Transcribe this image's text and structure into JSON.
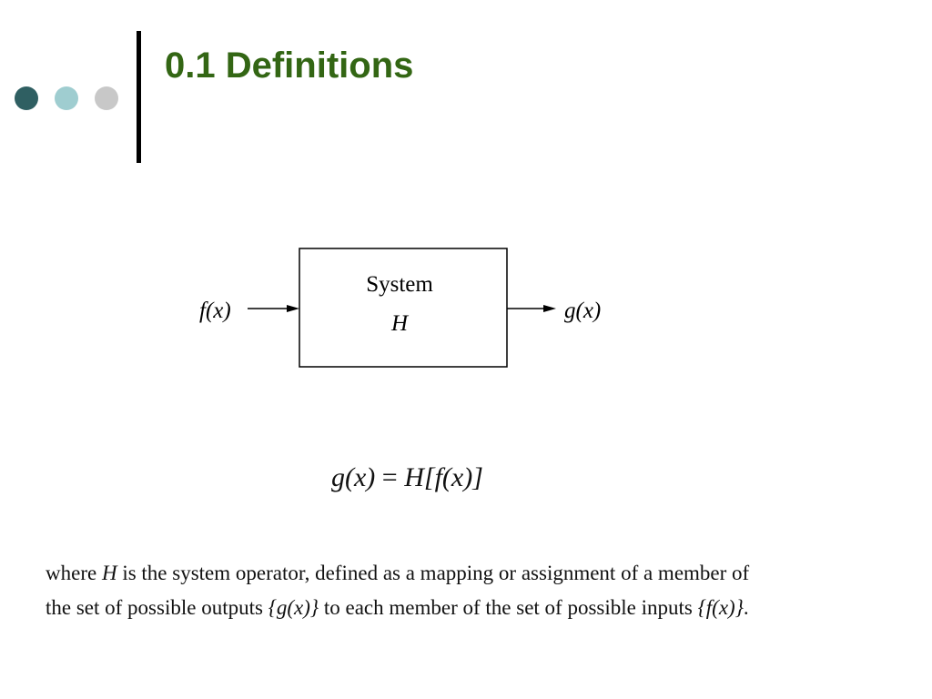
{
  "slide": {
    "title": "0.1 Definitions",
    "title_color": "#336614",
    "bullet_colors": [
      "#2f5f62",
      "#9fcdd0",
      "#c8c8c8"
    ]
  },
  "diagram": {
    "input_label": "f(x)",
    "box_line1": "System",
    "box_line2": "H",
    "output_label": "g(x)"
  },
  "equation": {
    "lhs": "g(x)",
    "equals": "=",
    "rhs_op": "H",
    "rhs_arg": "[f(x)]"
  },
  "description": {
    "l1_a": "where",
    "l1_var": "H",
    "l1_b": "is the system operator, defined as a mapping or assignment of a member of",
    "l2_a": "the set of possible outputs",
    "l2_set_out": "{g(x)}",
    "l2_b": "to each member of the set of possible inputs",
    "l2_set_in": "{f(x)}",
    "l2_end": "."
  }
}
